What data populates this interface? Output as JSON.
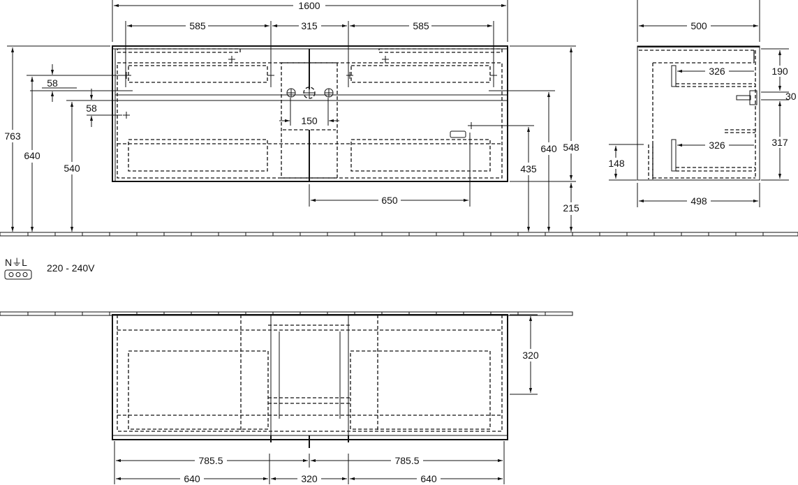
{
  "front_view": {
    "width_total": "1600",
    "width_left": "585",
    "width_middle": "315",
    "width_right": "585",
    "height_total": "763",
    "height_640_left": "640",
    "height_540": "540",
    "offset_58_upper": "58",
    "offset_58_lower": "58",
    "tap_spacing": "150",
    "cabinet_height": "548",
    "height_640_right": "640",
    "socket_height": "435",
    "floor_clearance": "215",
    "socket_offset": "650"
  },
  "side_view": {
    "depth_top": "500",
    "depth_bottom": "498",
    "drawer_depth_upper": "326",
    "drawer_depth_lower": "326",
    "height_190": "190",
    "height_30": "30",
    "height_317": "317",
    "height_148": "148"
  },
  "power": {
    "symbol_label": "N⏚L",
    "voltage": "220 - 240V"
  },
  "plan_view": {
    "depth": "320",
    "half_left": "785.5",
    "half_right": "785.5",
    "section_left": "640",
    "section_middle": "320",
    "section_right": "640"
  }
}
